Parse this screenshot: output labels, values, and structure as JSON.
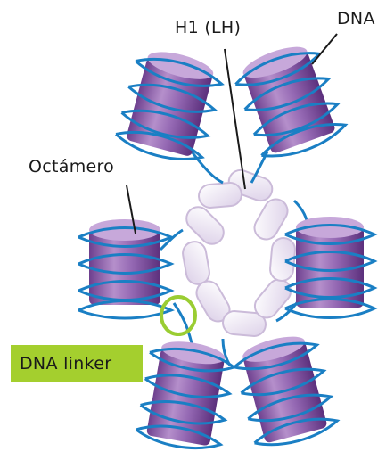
{
  "labels": {
    "h1": "H1 (LH)",
    "dna": "DNA",
    "octamer": "Octámero",
    "linker": "DNA linker"
  },
  "colors": {
    "dna_strand": "#1a7fc4",
    "histone_fill": "#8a5aa8",
    "histone_light": "#cbb3da",
    "h1_fill": "#e8e0f0",
    "h1_stroke": "#c8b8d8",
    "linker_box": "#a4cf2e",
    "linker_circle": "#9acd32"
  }
}
